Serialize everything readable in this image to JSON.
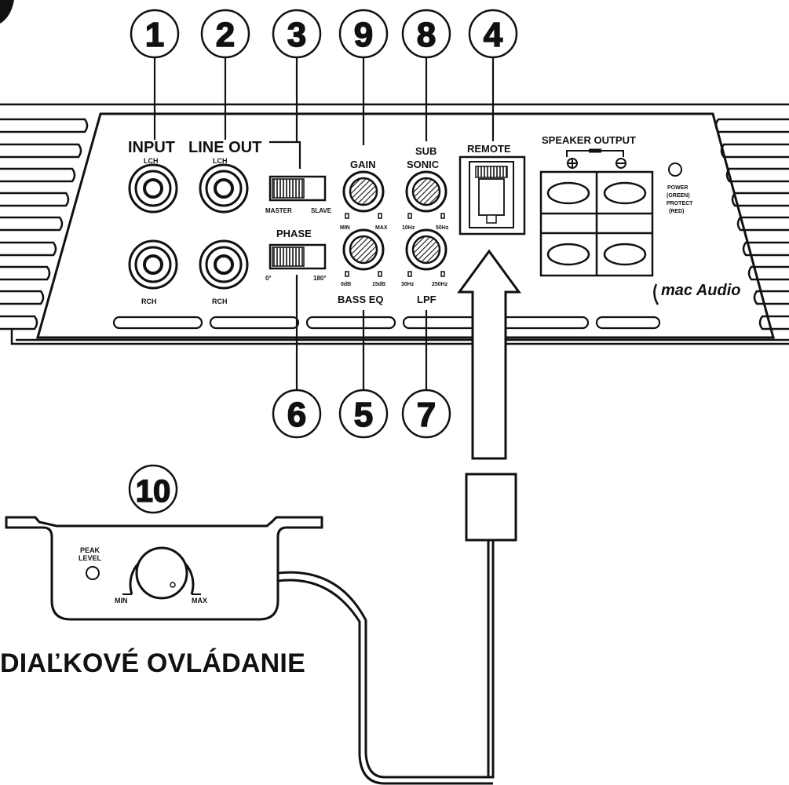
{
  "callouts": {
    "c1": "1",
    "c2": "2",
    "c3": "3",
    "c9": "9",
    "c8": "8",
    "c4": "4",
    "c6": "6",
    "c5": "5",
    "c7": "7",
    "c10": "10"
  },
  "panel": {
    "input": "INPUT",
    "line_out": "LINE OUT",
    "input_lch": "LCH",
    "input_rch": "RCH",
    "lineout_lch": "LCH",
    "lineout_rch": "RCH",
    "master": "MASTER",
    "slave": "SLAVE",
    "phase": "PHASE",
    "phase_0": "0°",
    "phase_180": "180°",
    "gain": "GAIN",
    "gain_min": "MIN",
    "gain_max": "MAX",
    "sub": "SUB",
    "sonic": "SONIC",
    "sub_10hz": "10Hz",
    "sub_50hz": "50Hz",
    "bass_eq": "BASS EQ",
    "bass_0db": "0dB",
    "bass_15db": "15dB",
    "lpf": "LPF",
    "lpf_30hz": "30Hz",
    "lpf_250hz": "250Hz",
    "remote": "REMOTE",
    "speaker_output": "SPEAKER OUTPUT",
    "power": "POWER",
    "green": "(GREEN)",
    "protect": "PROTECT",
    "red": "(RED)",
    "brand": "mac Audio"
  },
  "remote_unit": {
    "peak": "PEAK",
    "level": "LEVEL",
    "min": "MIN",
    "max": "MAX"
  },
  "caption": "DIAĽKOVÉ OVLÁDANIE"
}
